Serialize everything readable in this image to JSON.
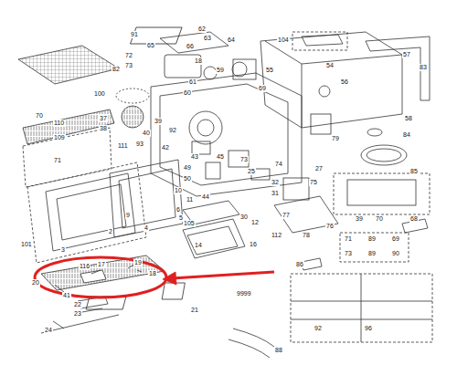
{
  "diagram": {
    "labels": [
      "91",
      "62",
      "63",
      "64",
      "65",
      "66",
      "72",
      "73",
      "18",
      "82",
      "59",
      "61",
      "60",
      "69",
      "104",
      "55",
      "54",
      "56",
      "57",
      "83",
      "100",
      "37",
      "38",
      "39",
      "40",
      "70",
      "110",
      "109",
      "111",
      "71",
      "93",
      "92",
      "42",
      "43",
      "45",
      "79",
      "58",
      "84",
      "85",
      "49",
      "50",
      "73",
      "74",
      "27",
      "25",
      "10",
      "11",
      "6",
      "5",
      "9",
      "4",
      "2",
      "101",
      "3",
      "44",
      "32",
      "31",
      "30",
      "12",
      "75",
      "77",
      "76",
      "78",
      "39",
      "70",
      "68",
      "71",
      "89",
      "69",
      "73",
      "89",
      "90",
      "105",
      "14",
      "16",
      "112",
      "116",
      "17",
      "19",
      "18",
      "20",
      "41",
      "22",
      "23",
      "21",
      "24",
      "9999",
      "86",
      "88",
      "92",
      "96"
    ]
  }
}
